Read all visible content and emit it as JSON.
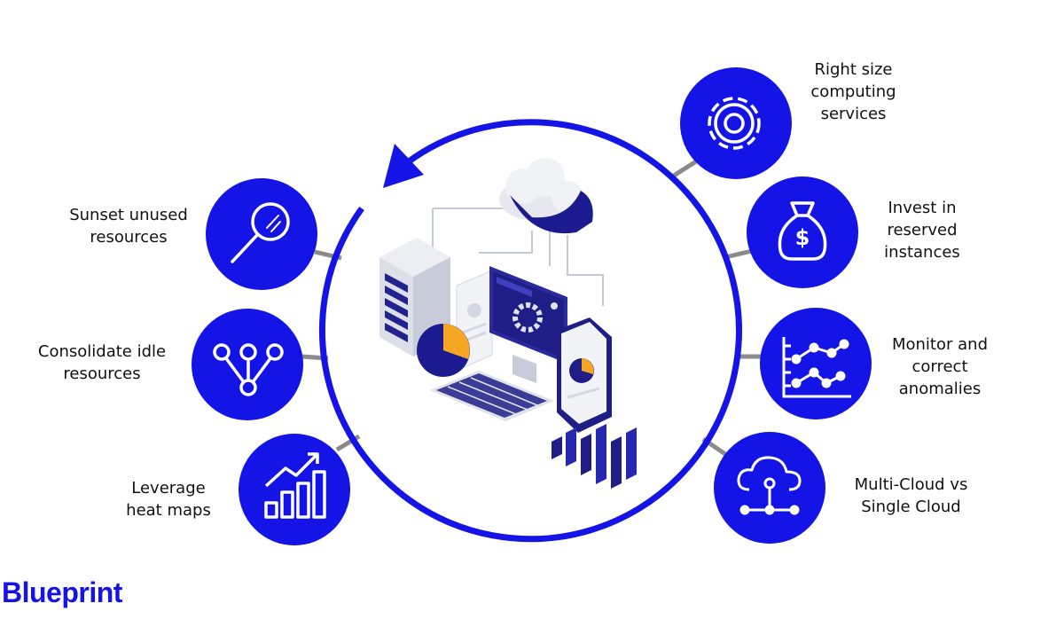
{
  "colors": {
    "accent": "#1414e6",
    "connector": "#8a8a8a",
    "text": "#111111"
  },
  "brand": "Blueprint",
  "steps": [
    {
      "id": "right-size",
      "text": "Right size\ncomputing\nservices",
      "icon": "gear-icon"
    },
    {
      "id": "reserved",
      "text": "Invest in\nreserved\ninstances",
      "icon": "money-bag-icon"
    },
    {
      "id": "monitor",
      "text": "Monitor and\ncorrect\nanomalies",
      "icon": "line-chart-icon"
    },
    {
      "id": "multicloud",
      "text": "Multi-Cloud vs\nSingle Cloud",
      "icon": "cloud-network-icon"
    },
    {
      "id": "sunset",
      "text": "Sunset unused\nresources",
      "icon": "magnifier-icon"
    },
    {
      "id": "consolidate",
      "text": "Consolidate idle\nresources",
      "icon": "node-merge-icon"
    },
    {
      "id": "heatmaps",
      "text": "Leverage\nheat maps",
      "icon": "bar-growth-icon"
    }
  ],
  "center_illustration": "computer-cloud-infrastructure-illustration"
}
